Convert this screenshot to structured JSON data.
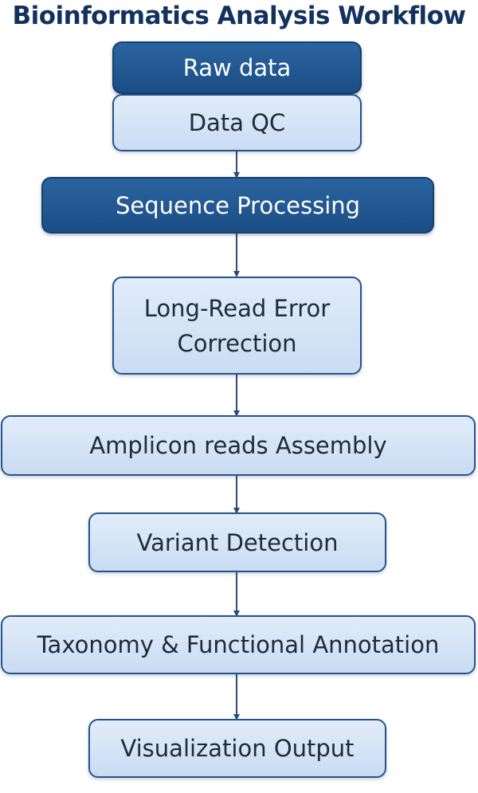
{
  "title": "Bioinformatics Analysis Workflow",
  "colors": {
    "title": "#12325e",
    "dark_fill": "#1f5690",
    "light_fill": "#d3e3f6",
    "border": "#24558a",
    "arrow": "#2b4c73"
  },
  "steps": [
    {
      "label": "Raw data",
      "style": "dark"
    },
    {
      "label": "Data QC",
      "style": "light"
    },
    {
      "label": "Sequence Processing",
      "style": "dark"
    },
    {
      "label": "Long-Read Error\nCorrection",
      "style": "light"
    },
    {
      "label": "Amplicon reads Assembly",
      "style": "light"
    },
    {
      "label": "Variant Detection",
      "style": "light"
    },
    {
      "label": "Taxonomy & Functional Annotation",
      "style": "light"
    },
    {
      "label": "Visualization Output",
      "style": "light"
    }
  ]
}
